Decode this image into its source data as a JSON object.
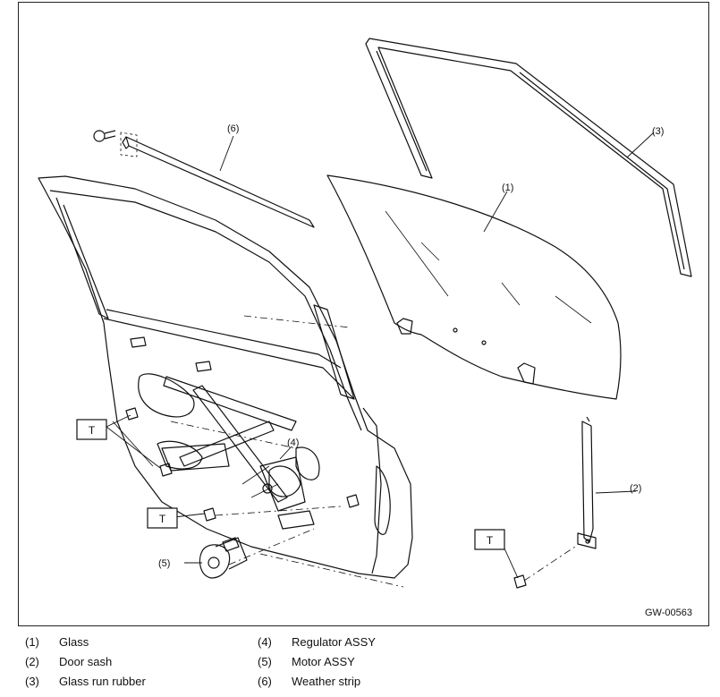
{
  "figure": {
    "code": "GW-00563",
    "torque_mark": "T"
  },
  "callouts": [
    "(1)",
    "(2)",
    "(3)",
    "(4)",
    "(5)",
    "(6)"
  ],
  "legend": [
    {
      "num": "(1)",
      "label": "Glass"
    },
    {
      "num": "(2)",
      "label": "Door sash"
    },
    {
      "num": "(3)",
      "label": "Glass run rubber"
    },
    {
      "num": "(4)",
      "label": "Regulator ASSY"
    },
    {
      "num": "(5)",
      "label": "Motor ASSY"
    },
    {
      "num": "(6)",
      "label": "Weather strip"
    }
  ]
}
